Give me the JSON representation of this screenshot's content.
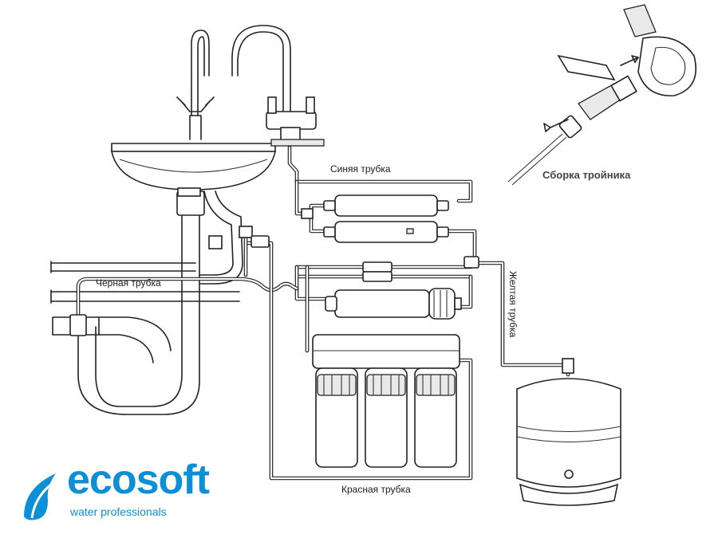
{
  "labels": {
    "blue_tube": "Синяя трубка",
    "black_tube": "Черная трубка",
    "yellow_tube": "Желтая трубка",
    "red_tube": "Красная трубка",
    "tee_assembly": "Сборка тройника"
  },
  "logo": {
    "brand": "ecosoft",
    "tagline": "water professionals",
    "color": "#0b8fd6"
  }
}
